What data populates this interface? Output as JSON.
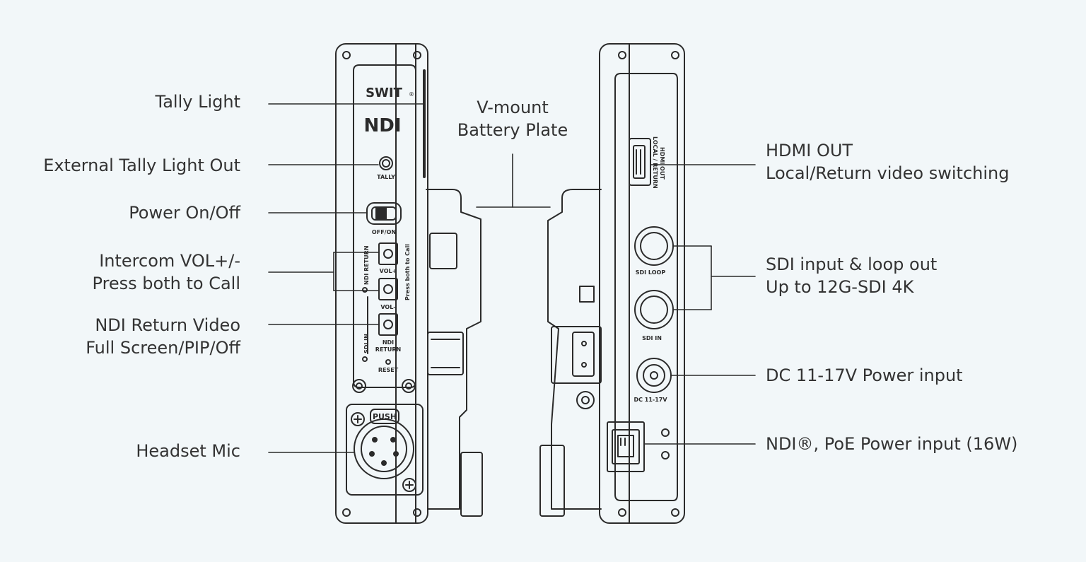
{
  "left_labels": {
    "tally_light": "Tally Light",
    "external_tally": "External Tally Light Out",
    "power": "Power On/Off",
    "intercom_line1": "Intercom VOL+/-",
    "intercom_line2": "Press both to Call",
    "ndi_return_line1": "NDI Return Video",
    "ndi_return_line2": "Full Screen/PIP/Off",
    "headset_mic": "Headset Mic"
  },
  "center_label": {
    "line1": "V-mount",
    "line2": "Battery Plate"
  },
  "right_labels": {
    "hdmi_line1": "HDMI OUT",
    "hdmi_line2": "Local/Return video switching",
    "sdi_line1": "SDI input & loop out",
    "sdi_line2": "Up to 12G-SDI 4K",
    "dc_power": "DC 11-17V Power input",
    "ndi_poe": "NDI®, PoE Power input (16W)"
  },
  "device_text": {
    "brand": "SWIT",
    "reg_mark": "®",
    "ndi_logo": "NDI",
    "tally": "TALLY",
    "off_on": "OFF/ON",
    "ndi_return_vertical": "NDI RETURN",
    "press_both_vertical": "Press both to Call",
    "vol_plus": "VOL+",
    "vol_minus": "VOL-",
    "sdi_in_vertical": "SDI IN",
    "ndi_btn_line1": "NDI",
    "ndi_btn_line2": "RETURN",
    "reset": "RESET",
    "push": "PUSH",
    "hdmi_out_vertical": "HDMI OUT",
    "local_return_vertical": "LOCAL / RETURN",
    "sdi_loop": "SDI LOOP",
    "sdi_in": "SDI IN",
    "dc": "DC 11-17V"
  },
  "colors": {
    "background": "#f2f7f9",
    "line": "#2b2b2b",
    "text": "#333333"
  }
}
